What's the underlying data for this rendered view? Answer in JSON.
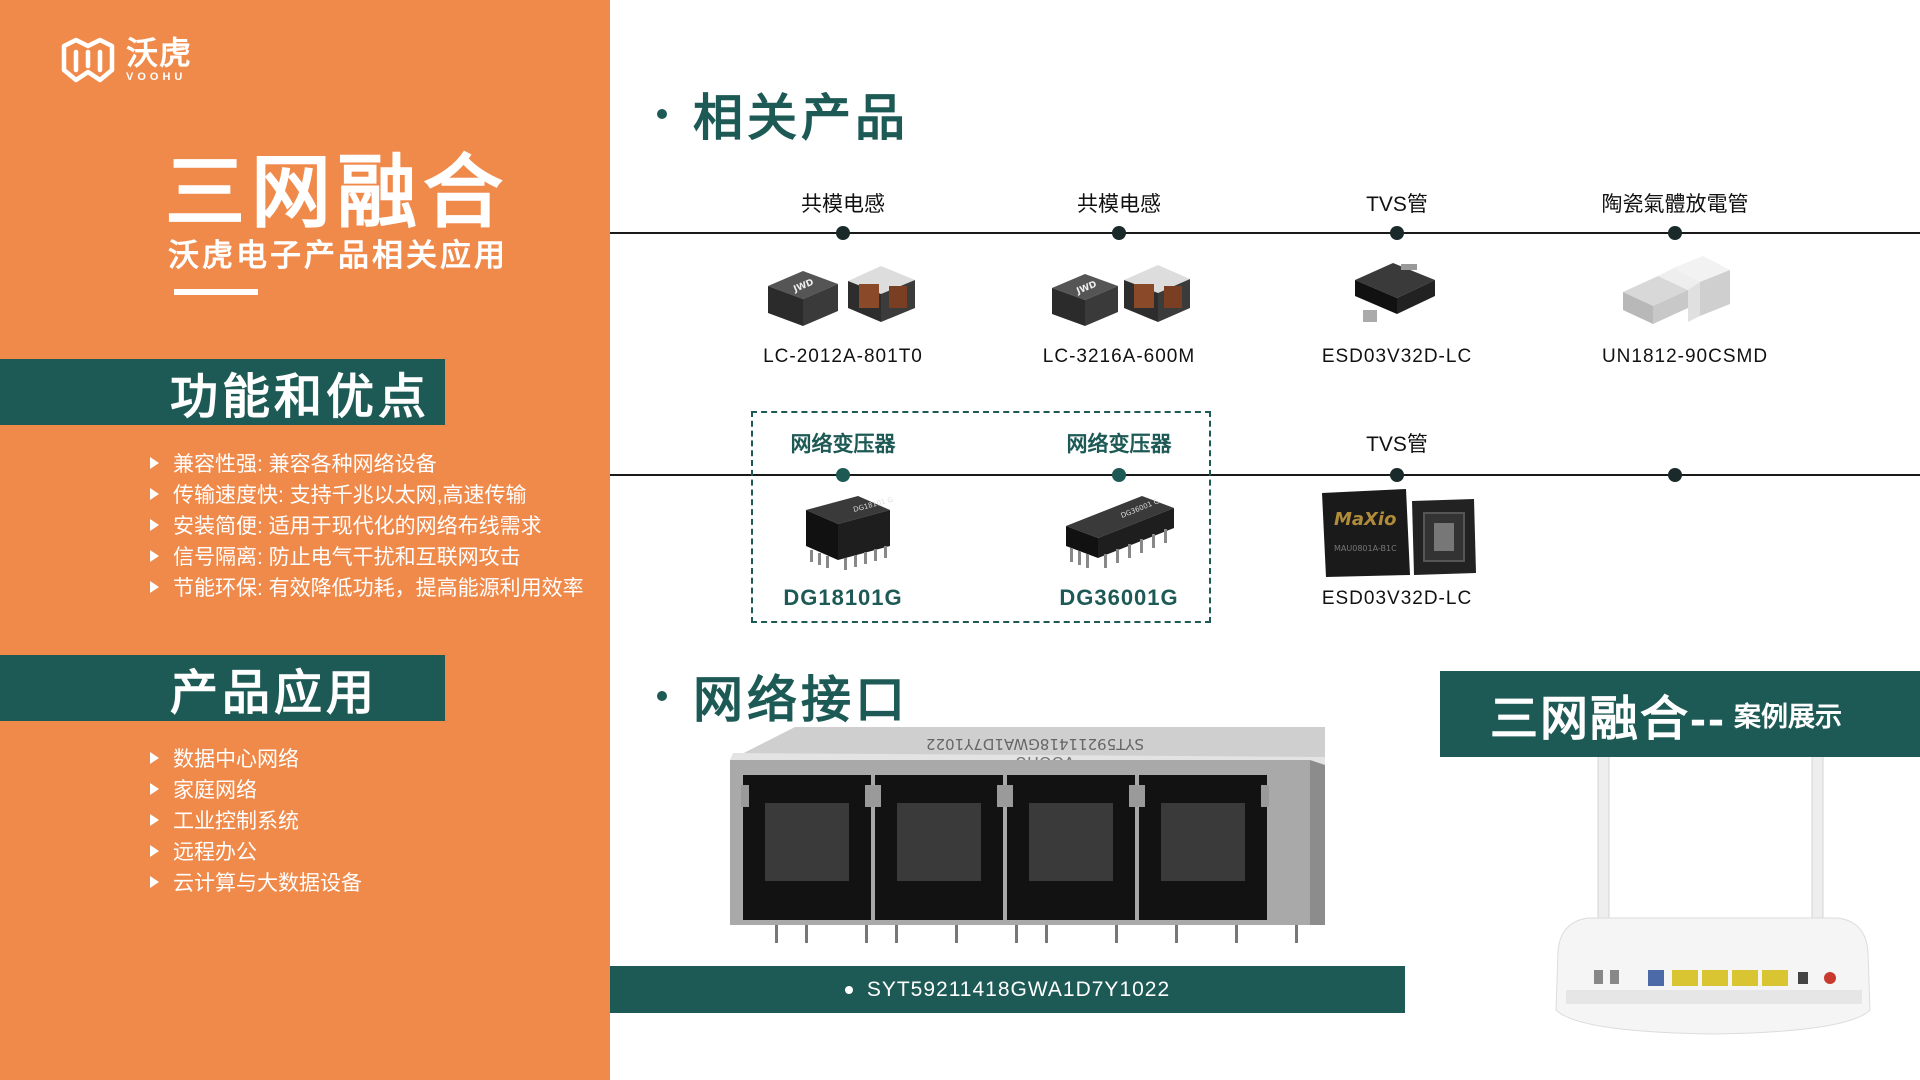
{
  "brand": {
    "name_cn": "沃虎",
    "name_en": "VOOHU"
  },
  "hero": {
    "title": "三网融合",
    "subtitle": "沃虎电子产品相关应用"
  },
  "features": {
    "heading": "功能和优点",
    "items": [
      "兼容性强: 兼容各种网络设备",
      "传输速度快: 支持千兆以太网,高速传输",
      "安装简便: 适用于现代化的网络布线需求",
      "信号隔离: 防止电气干扰和互联网攻击",
      "节能环保: 有效降低功耗，提高能源利用效率"
    ]
  },
  "applications": {
    "heading": "产品应用",
    "items": [
      "数据中心网络",
      "家庭网络",
      "工业控制系统",
      "远程办公",
      "云计算与大数据设备"
    ]
  },
  "related": {
    "heading": "相关产品",
    "row1": [
      {
        "category": "共模电感",
        "model": "LC-2012A-801T0"
      },
      {
        "category": "共模电感",
        "model": "LC-3216A-600M"
      },
      {
        "category": "TVS管",
        "model": "ESD03V32D-LC"
      },
      {
        "category": "陶瓷氣體放電管",
        "model": "UN1812-90CSMD"
      }
    ],
    "row2": [
      {
        "category": "网络变压器",
        "model": "DG18101G"
      },
      {
        "category": "网络变压器",
        "model": "DG36001G"
      },
      {
        "category": "TVS管",
        "model": "ESD03V32D-LC"
      }
    ],
    "chip_marks": {
      "t1": "DG18101 G",
      "t2": "DG36001 G",
      "maxio": "MaXio",
      "maxio_part": "MAU0801A-B1C",
      "jwd": "JWD"
    }
  },
  "interface": {
    "heading": "网络接口",
    "model": "SYT59211418GWA1D7Y1022",
    "connector_top_print": "SYT59211418GWA1D7Y1022",
    "connector_brand": "VOOHU"
  },
  "case": {
    "title": "三网融合--",
    "subtitle": "案例展示"
  },
  "colors": {
    "orange": "#f08a4b",
    "teal": "#1e5a55",
    "white": "#ffffff"
  }
}
